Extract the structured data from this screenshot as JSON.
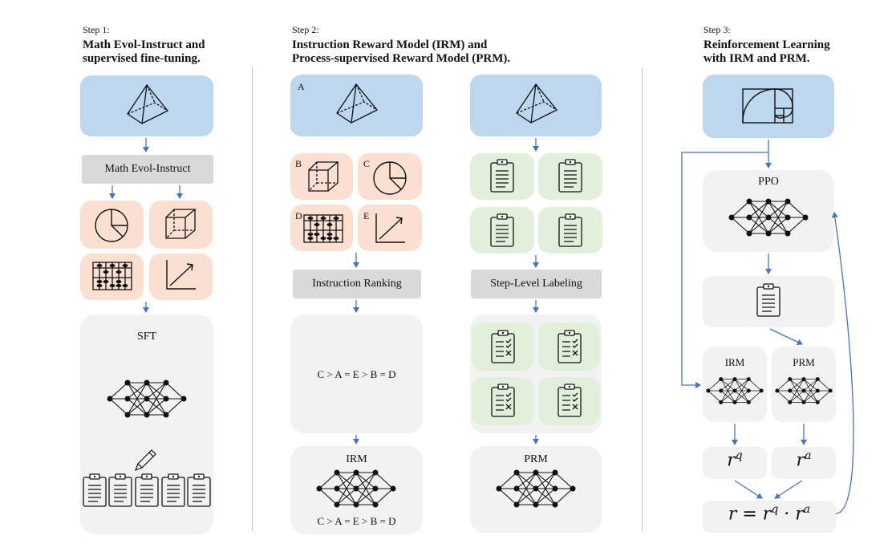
{
  "step1": {
    "head": "Step 1:",
    "title_line1": "Math Evol-Instruct and",
    "title_line2": "supervised fine-tuning.",
    "bar": "Math Evol-Instruct",
    "sft": "SFT"
  },
  "step2": {
    "head": "Step 2:",
    "title_line1": "Instruction Reward Model (IRM) and",
    "title_line2": "Process-supervised Reward Model (PRM).",
    "letters": [
      "A",
      "B",
      "C",
      "D",
      "E"
    ],
    "bar_left": "Instruction Ranking",
    "bar_right": "Step-Level Labeling",
    "ranking": "C > A = E > B = D",
    "irm": "IRM",
    "irm_ranking": "C > A = E > B = D",
    "prm": "PRM"
  },
  "step3": {
    "head": "Step 3:",
    "title_line1": "Reinforcement Learning",
    "title_line2": "with IRM and PRM.",
    "ppo": "PPO",
    "irm": "IRM",
    "prm": "PRM",
    "rq": "r",
    "rq_sup": "q",
    "ra": "r",
    "ra_sup": "a",
    "formula": "r = r",
    "formula_sup1": "q",
    "formula_mid": " · r",
    "formula_sup2": "a"
  },
  "colors": {
    "blue": "#bdd7ee",
    "orange": "#fbe0d2",
    "green": "#e2efda",
    "grey": "#f2f2f2",
    "bar": "#d9d9d9",
    "arrow": "#4472c4"
  }
}
